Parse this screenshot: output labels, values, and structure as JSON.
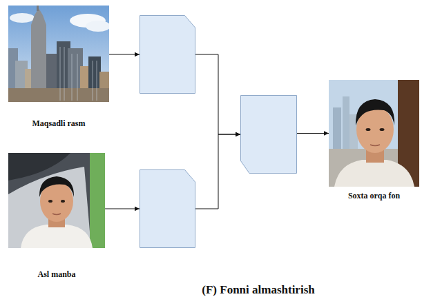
{
  "diagram": {
    "caption": "(F) Fonni almashtirish",
    "nodes": [
      {
        "text": [
          "Maqsadli rasm"
        ]
      },
      {
        "text": []
      },
      {
        "text": [
          "Asl manba"
        ]
      },
      {
        "text": []
      },
      {
        "text": []
      },
      {
        "text": [
          "Soxta orqa fon"
        ]
      }
    ],
    "edges": [
      {
        "from": 0,
        "to": 1,
        "arrow": "to"
      },
      {
        "from": 2,
        "to": 3,
        "arrow": "to"
      },
      {
        "from": 1,
        "to": 4,
        "arrow": "to"
      },
      {
        "from": 3,
        "to": 4,
        "arrow": "to"
      },
      {
        "from": 4,
        "to": 5,
        "arrow": "to"
      }
    ]
  }
}
